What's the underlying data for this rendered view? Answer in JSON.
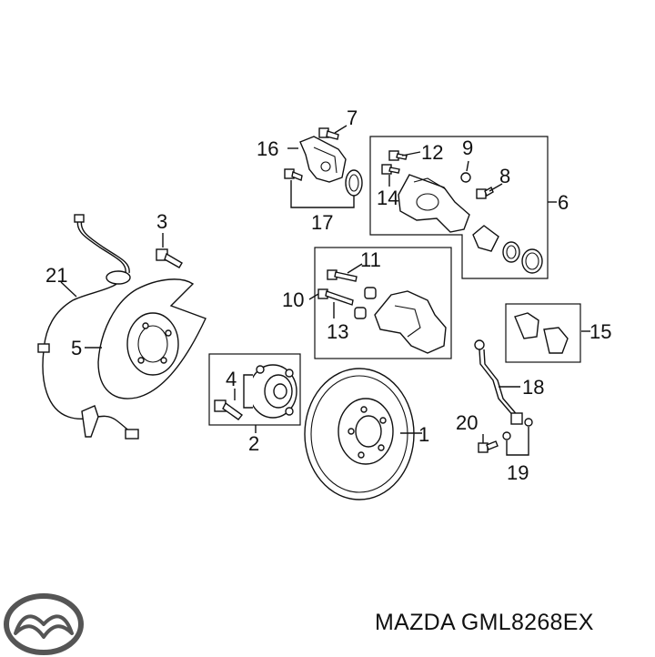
{
  "diagram": {
    "callouts": [
      "1",
      "2",
      "3",
      "4",
      "5",
      "6",
      "7",
      "8",
      "9",
      "10",
      "11",
      "12",
      "13",
      "14",
      "15",
      "16",
      "17",
      "18",
      "19",
      "20",
      "21"
    ]
  },
  "brand": {
    "label": "MAZDA GML8268EX",
    "logo_icon": "mazda-logo-icon",
    "logo_color": "#555555"
  }
}
